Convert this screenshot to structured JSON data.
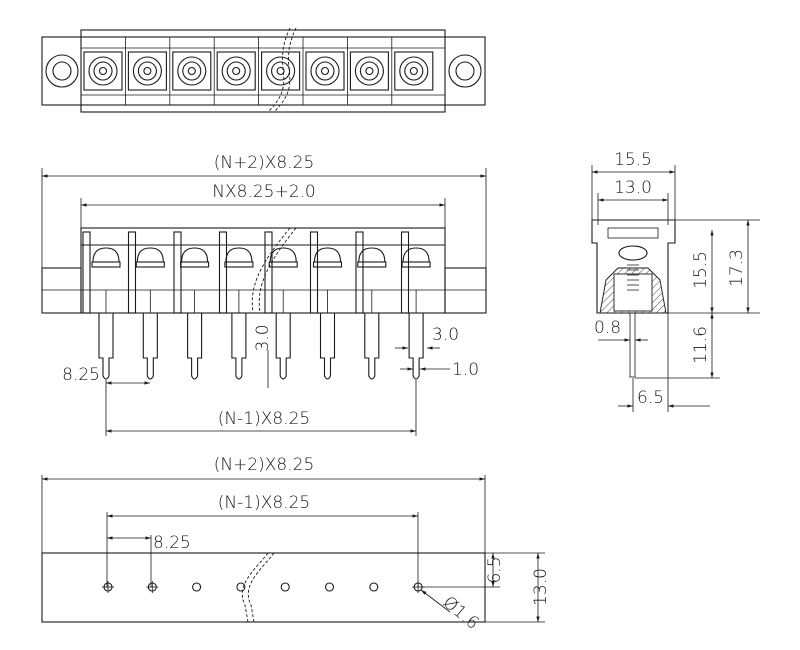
{
  "drawing": {
    "pole_count_shown": 8,
    "front_view": {
      "overall_length": "(N+2)X8.25",
      "body_length": "NX8.25+2.0",
      "pin_span": "(N-1)X8.25",
      "pitch": "8.25",
      "pin_length_detail": "3.0",
      "pin_width": "3.0",
      "pin_tip": "1.0"
    },
    "side_view": {
      "overall_width": "15.5",
      "inner_width": "13.0",
      "body_height": "15.5",
      "total_height": "17.3",
      "pin_length": "11.6",
      "pin_thickness": "0.8",
      "pin_offset": "6.5"
    },
    "pcb_layout": {
      "overall_length": "(N+2)X8.25",
      "pin_span": "(N-1)X8.25",
      "pitch": "8.25",
      "row_offset": "6.5",
      "width": "13.0",
      "hole_diameter": "Ø1.6"
    }
  }
}
